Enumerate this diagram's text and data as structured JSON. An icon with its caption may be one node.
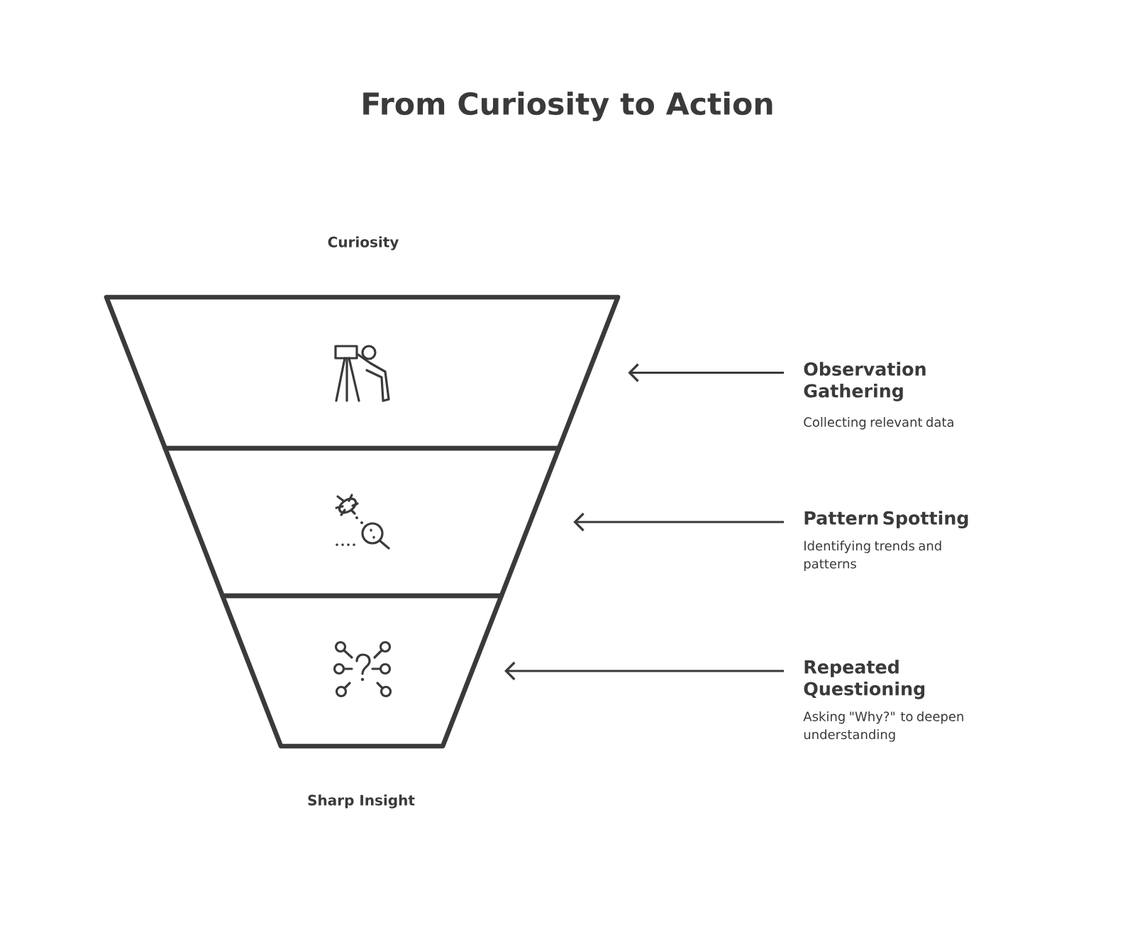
{
  "diagram": {
    "title": "From Curiosity to Action",
    "nodes": [
      {
        "text": [],
        "shape": "trapezoid"
      },
      {
        "text": [],
        "shape": "trapezoid"
      },
      {
        "text": [],
        "shape": "trapezoid"
      },
      {
        "text": [
          "Observation Gathering",
          "Collecting relevant data"
        ]
      },
      {
        "text": [
          "Pattern Spotting",
          "Identifying trends and patterns"
        ]
      },
      {
        "text": [
          "Repeated Questioning",
          "Asking \"Why?\" to deepen understanding"
        ]
      }
    ],
    "edges": [
      {
        "from": 3,
        "to": 0,
        "arrow": "to"
      },
      {
        "from": 4,
        "to": 1,
        "arrow": "to"
      },
      {
        "from": 5,
        "to": 2,
        "arrow": "to"
      }
    ],
    "labels": [
      "Curiosity",
      "Sharp Insight"
    ]
  }
}
